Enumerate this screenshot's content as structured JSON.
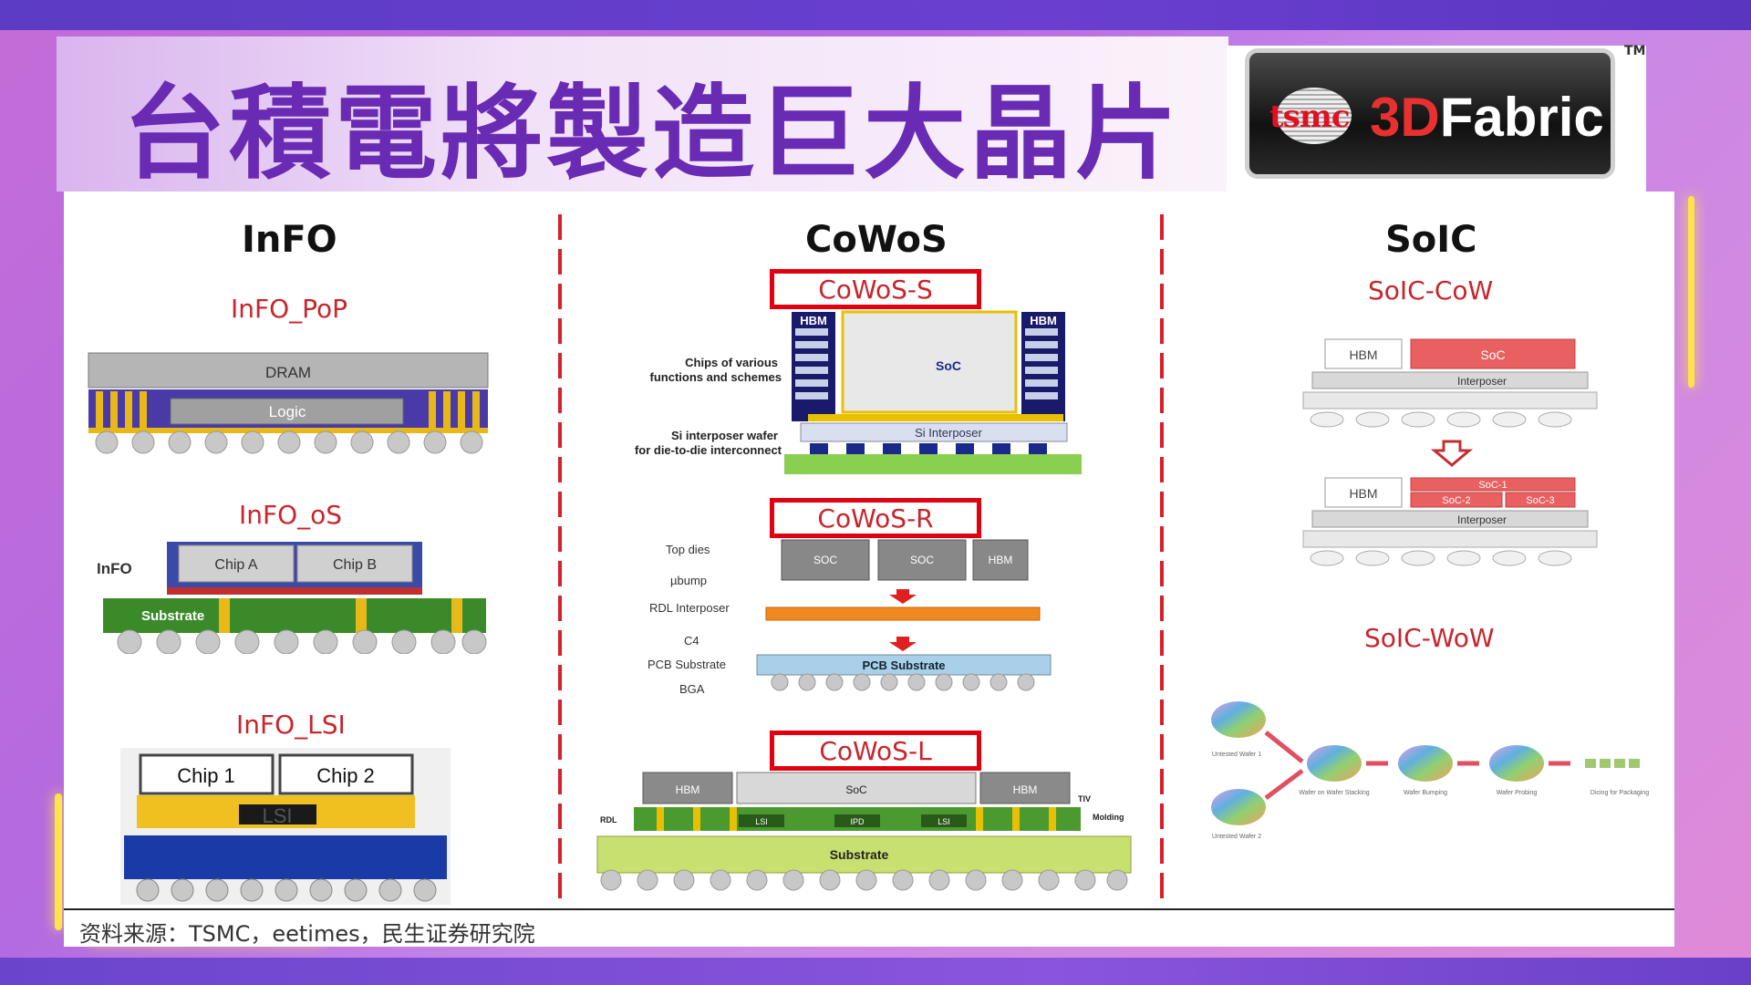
{
  "title": "台積電將製造巨大晶片",
  "logo": {
    "brand": "tsmc",
    "three": "3D",
    "fabric": "Fabric",
    "tm": "TM"
  },
  "info": {
    "title": "InFO",
    "pop": {
      "label": "InFO_PoP",
      "dram": "DRAM",
      "logic": "Logic"
    },
    "os": {
      "label": "InFO_oS",
      "side": "InFO",
      "chip_a": "Chip A",
      "chip_b": "Chip B",
      "substrate": "Substrate"
    },
    "lsi": {
      "label": "InFO_LSI",
      "chip1": "Chip 1",
      "chip2": "Chip 2",
      "lsi": "LSI"
    }
  },
  "cowos": {
    "title": "CoWoS",
    "s": {
      "label": "CoWoS-S",
      "hbm": "HBM",
      "soc": "SoC",
      "si_interposer": "Si Interposer",
      "note1a": "Chips of various",
      "note1b": "functions and schemes",
      "note2a": "Si interposer wafer",
      "note2b": "for die-to-die interconnect"
    },
    "r": {
      "label": "CoWoS-R",
      "top_dies": "Top dies",
      "ubump": "µbump",
      "rdl": "RDL Interposer",
      "c4": "C4",
      "pcb": "PCB Substrate",
      "bga": "BGA",
      "soc": "SOC",
      "hbm": "HBM",
      "pcb_bar": "PCB Substrate"
    },
    "l": {
      "label": "CoWoS-L",
      "hbm": "HBM",
      "soc": "SoC",
      "rdl": "RDL",
      "tiv": "TIV",
      "molding": "Molding",
      "substrate": "Substrate",
      "lsi": "LSI",
      "ipd": "IPD"
    }
  },
  "soic": {
    "title": "SoIC",
    "cow": {
      "label": "SoIC-CoW",
      "hbm": "HBM",
      "soc": "SoC",
      "interposer": "Interposer",
      "soc1": "SoC-1",
      "soc2": "SoC-2",
      "soc3": "SoC-3"
    },
    "wow": {
      "label": "SoIC-WoW",
      "w1": "Untested Wafer 1",
      "w2": "Untested Wafer 2",
      "s1": "Wafer on Wafer Stacking",
      "s2": "Wafer Bumping",
      "s3": "Wafer Probing",
      "s4": "Dicing for Packaging"
    }
  },
  "source": "资料来源：TSMC，eetimes，民生证券研究院"
}
